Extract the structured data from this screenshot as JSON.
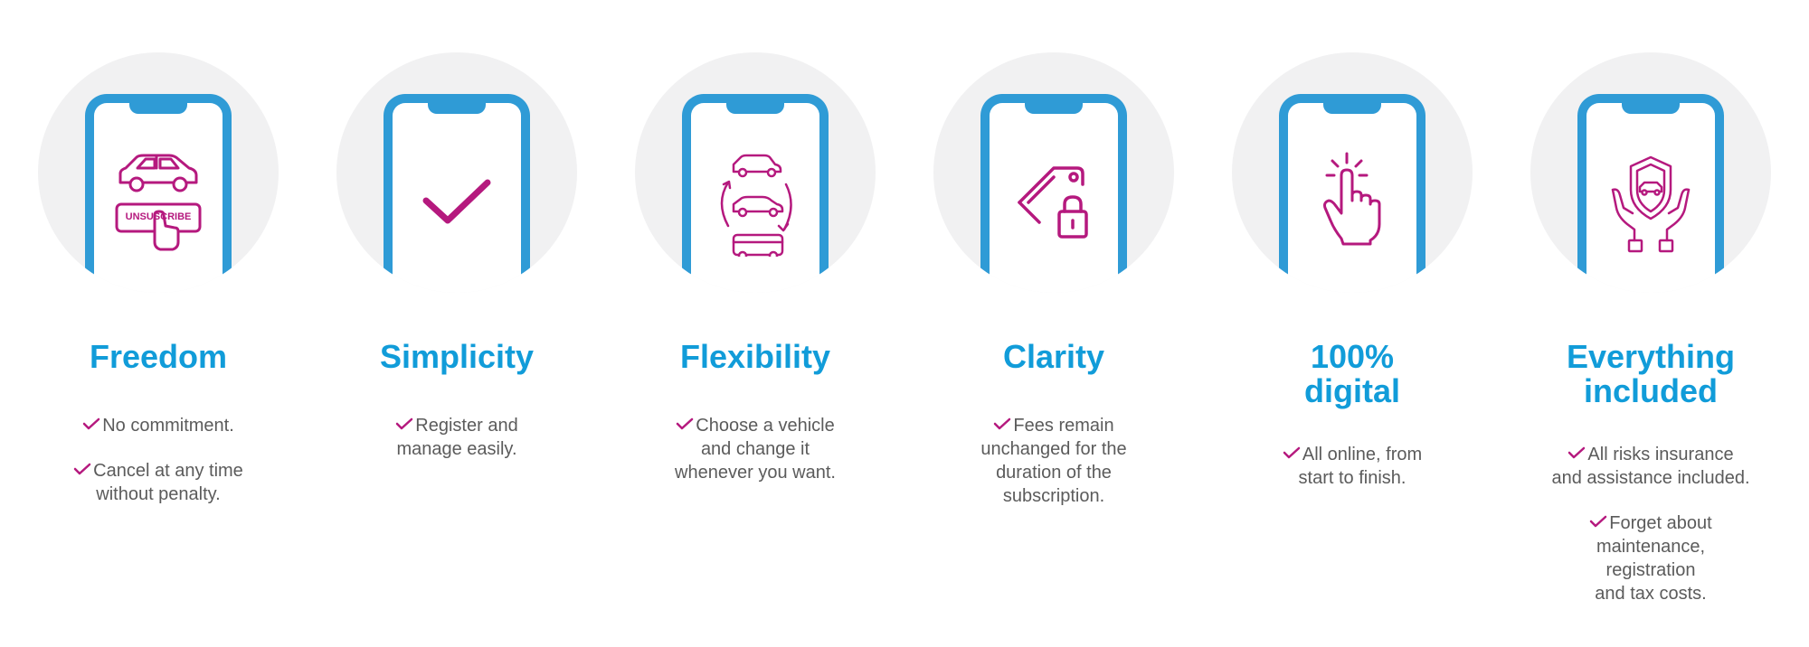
{
  "colors": {
    "title_blue": "#119cd9",
    "phone_blue": "#2f9bd6",
    "icon_magenta": "#b5197e",
    "circle_grey": "#f1f1f2",
    "text_grey": "#5b5b5b"
  },
  "features": [
    {
      "icon": "car-unsubscribe-icon",
      "unsubscribe_label": "UNSUSCRIBE",
      "title": "Freedom",
      "points": [
        "No commitment.",
        "Cancel at any time\nwithout penalty."
      ]
    },
    {
      "icon": "checkmark-icon",
      "title": "Simplicity",
      "points": [
        "Register and\nmanage easily."
      ]
    },
    {
      "icon": "vehicle-swap-icon",
      "title": "Flexibility",
      "points": [
        "Choose a vehicle\nand change it\nwhenever you want."
      ]
    },
    {
      "icon": "price-tag-lock-icon",
      "title": "Clarity",
      "points": [
        "Fees remain\nunchanged for the\nduration of the\nsubscription."
      ]
    },
    {
      "icon": "tap-finger-icon",
      "title": "100%\ndigital",
      "points": [
        "All online, from\nstart to finish."
      ]
    },
    {
      "icon": "hands-shield-car-icon",
      "title": "Everything\nincluded",
      "points": [
        "All risks insurance\nand assistance included.",
        "Forget about\nmaintenance,\nregistration\nand tax costs."
      ]
    }
  ]
}
